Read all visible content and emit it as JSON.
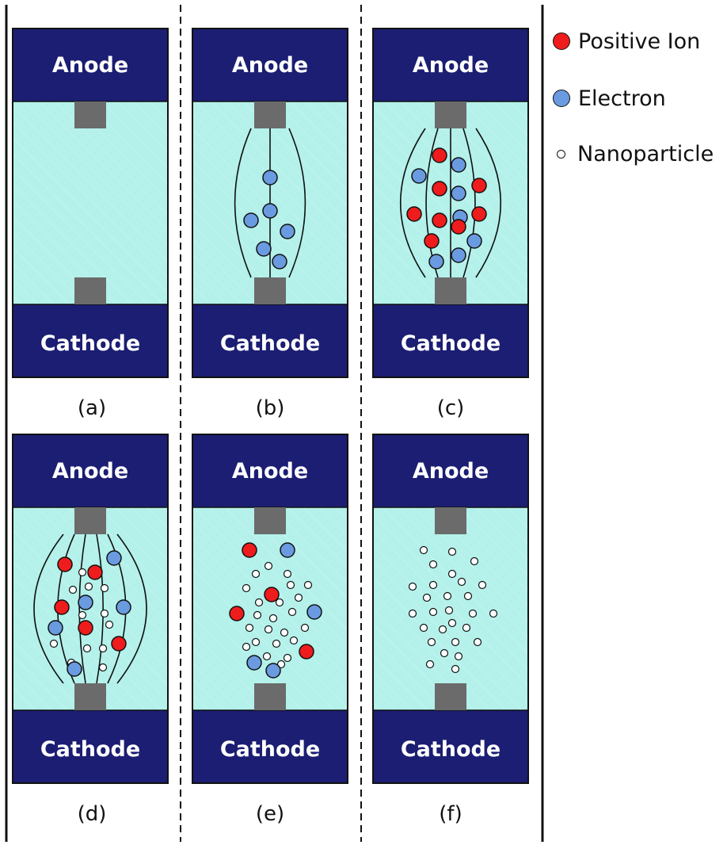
{
  "legend": {
    "positive_ion": "Positive Ion",
    "electron": "Electron",
    "nanoparticle": "Nanoparticle"
  },
  "electrodes": {
    "anode": "Anode",
    "cathode": "Cathode"
  },
  "panels": [
    {
      "id": "a",
      "label": "(a)"
    },
    {
      "id": "b",
      "label": "(b)"
    },
    {
      "id": "c",
      "label": "(c)"
    },
    {
      "id": "d",
      "label": "(d)"
    },
    {
      "id": "e",
      "label": "(e)"
    },
    {
      "id": "f",
      "label": "(f)"
    }
  ],
  "colors": {
    "electrode": "#1b1e72",
    "gap": "#b3f1ea",
    "tip": "#6b6b6b",
    "positive_ion": "#ee1c1c",
    "electron": "#6a9be0",
    "nanoparticle": "#ffffff"
  }
}
